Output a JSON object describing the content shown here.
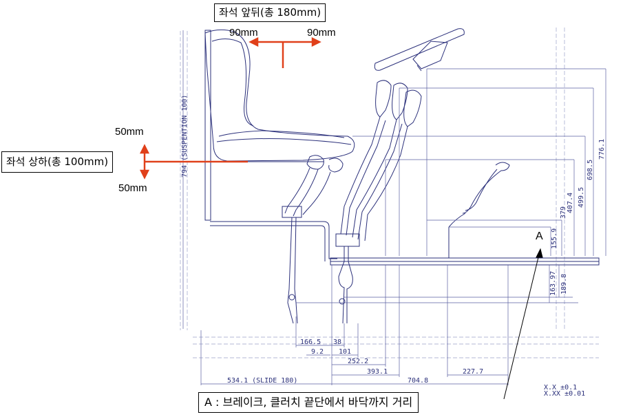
{
  "annotations": {
    "seat_fore_aft": "좌석 앞뒤(총 180mm)",
    "fore_left": "90mm",
    "fore_right": "90mm",
    "seat_up_down": "좌석 상하(총 100mm)",
    "up_label": "50mm",
    "down_label": "50mm",
    "point_a": "A",
    "legend_a": "A : 브레이크, 클러치 끝단에서 바닥까지 거리"
  },
  "dimensions": {
    "suspension": "794 (SUSPENTION 100)",
    "d_166_5": "166.5",
    "d_38": "38",
    "d_9_2": "9.2",
    "d_101": "101",
    "d_252_2": "252.2",
    "d_393_1": "393.1",
    "d_534_1": "534.1 (SLIDE 180)",
    "d_704_8": "704.8",
    "d_227_7": "227.7",
    "d_776_1": "776.1",
    "d_698_5": "698.5",
    "d_499_5": "499.5",
    "d_407_4": "407.4",
    "d_379": "379",
    "d_155_9": "155.9",
    "d_189_8": "189.8",
    "d_163_97": "163.97"
  },
  "tolerance": {
    "line1": "X.X   ±0.1",
    "line2": "X.XX  ±0.01"
  },
  "colors": {
    "arrow": "#e0401a",
    "drawing": "#2a2f7a",
    "dim_line": "#5a5fa0"
  }
}
